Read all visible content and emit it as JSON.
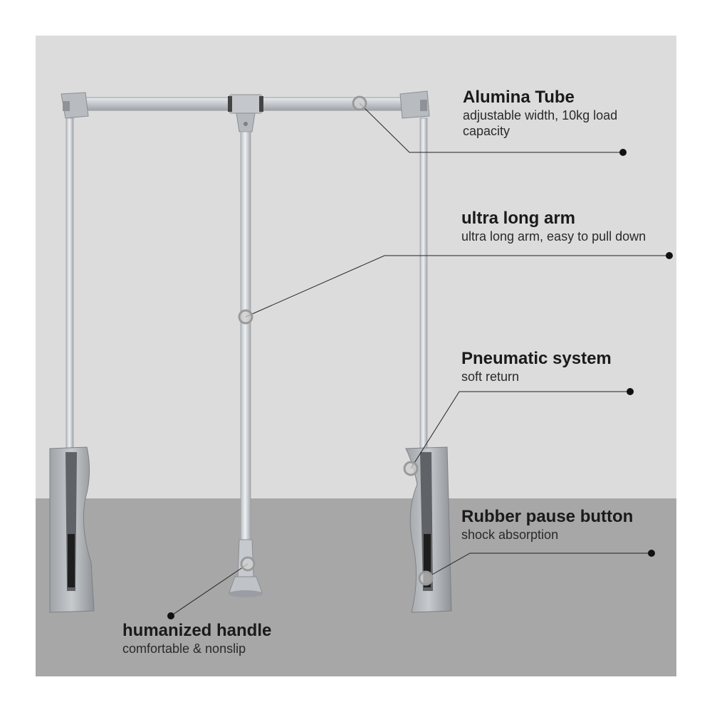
{
  "colors": {
    "wall": "#dcdcdc",
    "floor": "#a7a7a7",
    "metal": "#cfd2d5",
    "metal_dark": "#8e9296",
    "text": "#1a1a1a",
    "leader": "#222222"
  },
  "callouts": {
    "alumina_tube": {
      "title": "Alumina Tube",
      "desc": "adjustable width, 10kg load capacity"
    },
    "ultra_long_arm": {
      "title": "ultra long arm",
      "desc": "ultra long arm, easy to pull down"
    },
    "pneumatic_system": {
      "title": "Pneumatic system",
      "desc": "soft return"
    },
    "rubber_pause_button": {
      "title": "Rubber pause button",
      "desc": "shock absorption"
    },
    "humanized_handle": {
      "title": "humanized handle",
      "desc": "comfortable & nonslip"
    }
  }
}
